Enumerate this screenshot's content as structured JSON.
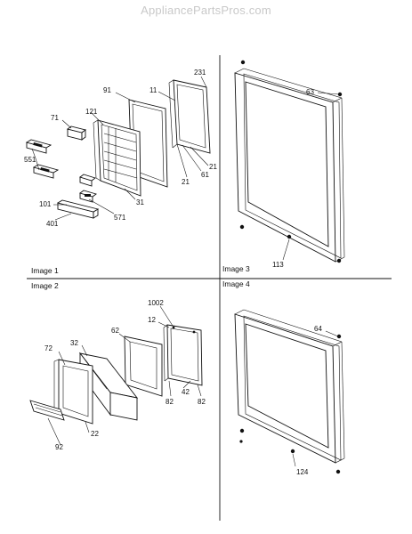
{
  "watermark": "AppliancePartsPros.com",
  "panels": [
    {
      "title": "Image 1"
    },
    {
      "title": "Image 2"
    },
    {
      "title": "Image 3"
    },
    {
      "title": "Image 4"
    }
  ],
  "callouts": {
    "image1": [
      "231",
      "91",
      "11",
      "71",
      "121",
      "551",
      "21",
      "61",
      "21",
      "31",
      "101",
      "571",
      "401"
    ],
    "image2": [
      "1002",
      "12",
      "72",
      "32",
      "62",
      "42",
      "82",
      "82",
      "92",
      "22"
    ],
    "image3": [
      "63",
      "113"
    ],
    "image4": [
      "64",
      "124"
    ]
  }
}
